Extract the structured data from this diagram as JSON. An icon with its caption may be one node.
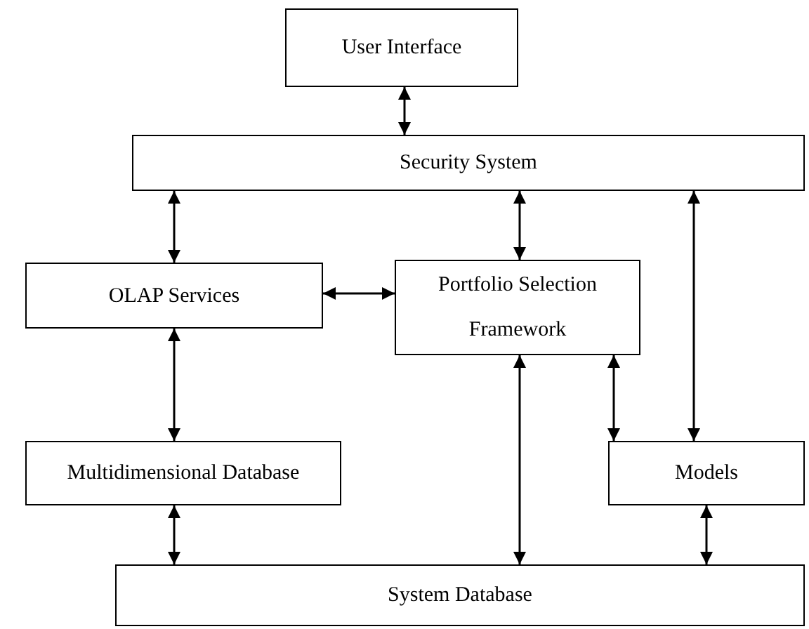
{
  "diagram": {
    "nodes": [
      {
        "text": [
          "User Interface"
        ]
      },
      {
        "text": [
          "Security System"
        ]
      },
      {
        "text": [
          "OLAP Services"
        ]
      },
      {
        "text": [
          "Portfolio Selection Framework"
        ]
      },
      {
        "text": [
          "Multidimensional Database"
        ]
      },
      {
        "text": [
          "Models"
        ]
      },
      {
        "text": [
          "System Database"
        ]
      }
    ],
    "edges": [
      {
        "from": 0,
        "to": 1,
        "arrow": "both"
      },
      {
        "from": 1,
        "to": 2,
        "arrow": "both"
      },
      {
        "from": 1,
        "to": 3,
        "arrow": "both"
      },
      {
        "from": 1,
        "to": 5,
        "arrow": "both"
      },
      {
        "from": 2,
        "to": 3,
        "arrow": "both"
      },
      {
        "from": 2,
        "to": 4,
        "arrow": "both"
      },
      {
        "from": 3,
        "to": 5,
        "arrow": "both"
      },
      {
        "from": 3,
        "to": 6,
        "arrow": "both"
      },
      {
        "from": 4,
        "to": 6,
        "arrow": "both"
      },
      {
        "from": 5,
        "to": 6,
        "arrow": "both"
      }
    ]
  }
}
